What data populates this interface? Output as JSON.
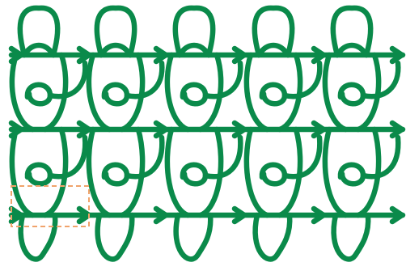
{
  "diagram": {
    "kind": "knit-loop-lattice",
    "columns": 5,
    "rows": 3,
    "loop_color": "#0a8a4a",
    "highlight_color": "#f0a36b",
    "highlight_cell": {
      "row": 3,
      "column": 1
    }
  }
}
